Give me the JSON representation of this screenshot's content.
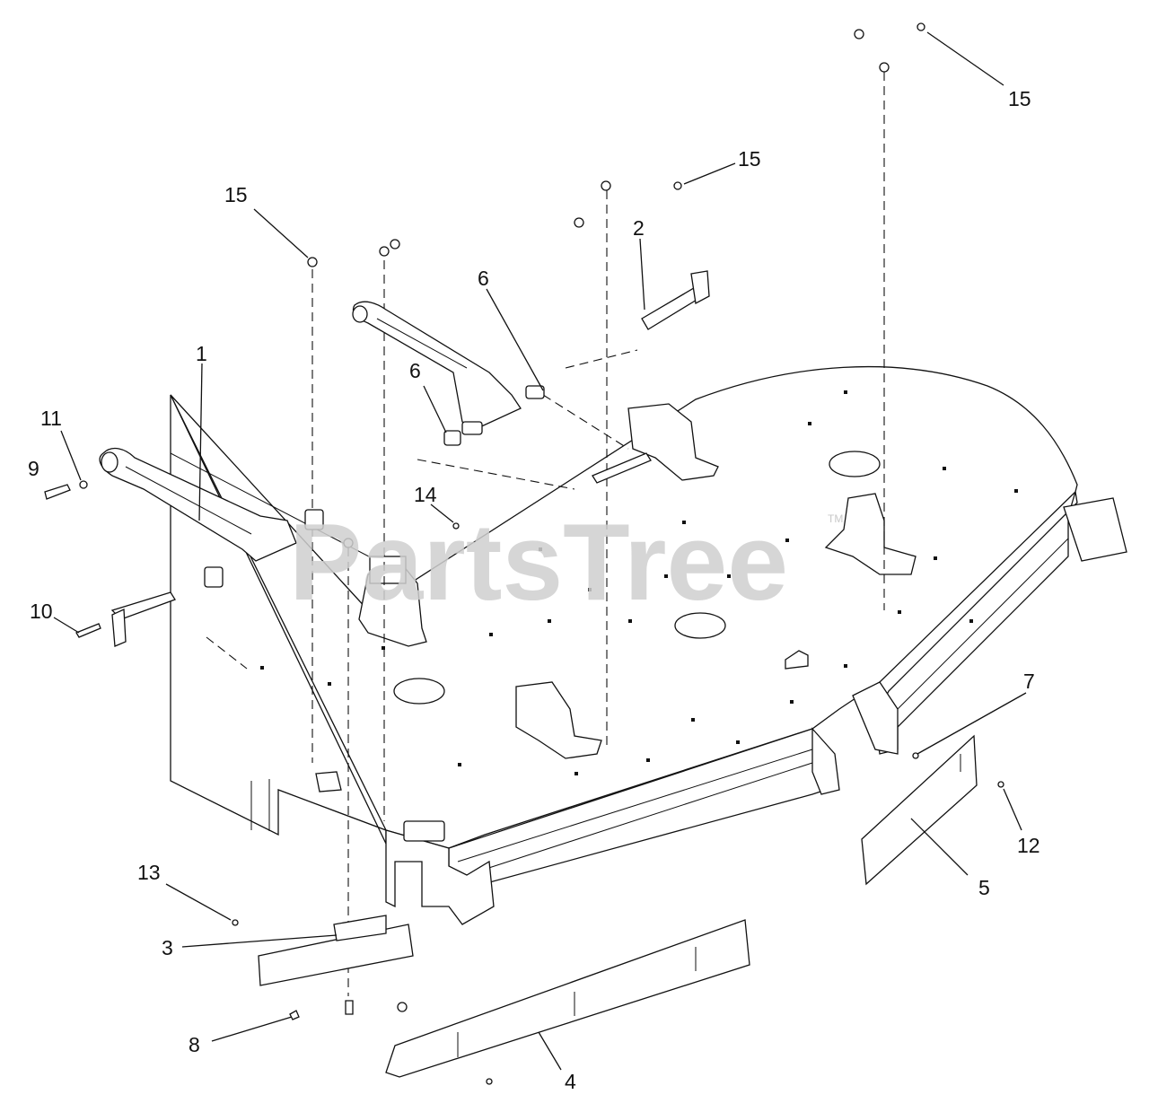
{
  "watermark": {
    "text": "PartsTree",
    "trademark": "TM"
  },
  "callouts": [
    {
      "id": "c15a",
      "label": "15"
    },
    {
      "id": "c15b",
      "label": "15"
    },
    {
      "id": "c15c",
      "label": "15"
    },
    {
      "id": "c2",
      "label": "2"
    },
    {
      "id": "c6a",
      "label": "6"
    },
    {
      "id": "c6b",
      "label": "6"
    },
    {
      "id": "c1",
      "label": "1"
    },
    {
      "id": "c11",
      "label": "11"
    },
    {
      "id": "c9",
      "label": "9"
    },
    {
      "id": "c14",
      "label": "14"
    },
    {
      "id": "c10",
      "label": "10"
    },
    {
      "id": "c7",
      "label": "7"
    },
    {
      "id": "c12",
      "label": "12"
    },
    {
      "id": "c5",
      "label": "5"
    },
    {
      "id": "c13",
      "label": "13"
    },
    {
      "id": "c3",
      "label": "3"
    },
    {
      "id": "c8",
      "label": "8"
    },
    {
      "id": "c4",
      "label": "4"
    }
  ]
}
